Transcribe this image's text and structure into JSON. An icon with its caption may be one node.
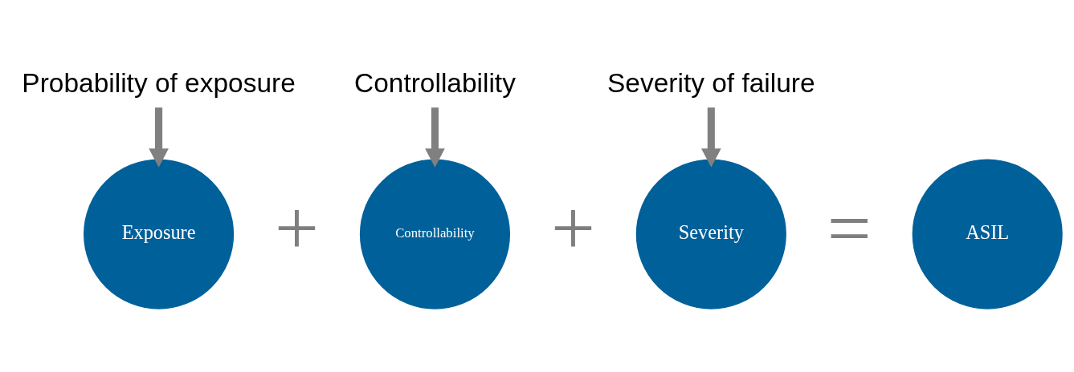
{
  "diagram": {
    "nodes": [
      {
        "text": [
          "Probability of exposure"
        ]
      },
      {
        "text": [
          "Controllability"
        ]
      },
      {
        "text": [
          "Severity of failure"
        ]
      },
      {
        "text": [
          "Exposure"
        ]
      },
      {
        "text": [
          "Controllability"
        ]
      },
      {
        "text": [
          "Severity"
        ]
      },
      {
        "text": [
          "ASIL"
        ]
      }
    ],
    "edges": [
      {
        "from": 0,
        "to": 3,
        "arrow": "to"
      },
      {
        "from": 1,
        "to": 4,
        "arrow": "to"
      },
      {
        "from": 2,
        "to": 5,
        "arrow": "to"
      }
    ],
    "labels": [
      "+",
      "+",
      "="
    ]
  }
}
